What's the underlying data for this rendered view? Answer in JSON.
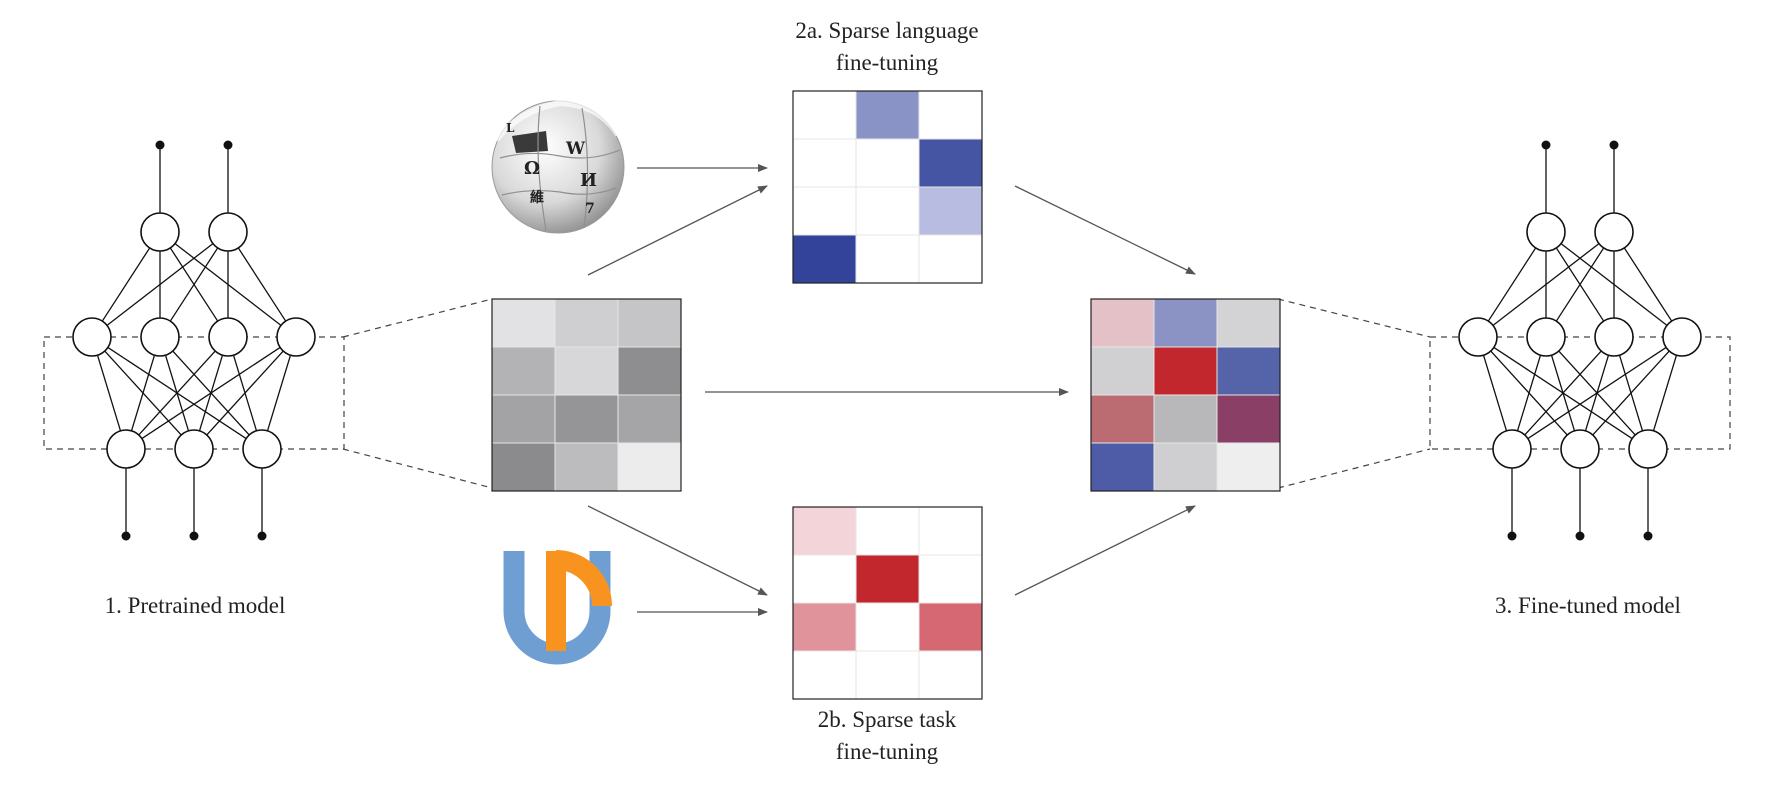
{
  "labels": {
    "pretrained": "1. Pretrained model",
    "language_line1": "2a. Sparse language",
    "language_line2": "fine-tuning",
    "task_line1": "2b. Sparse task",
    "task_line2": "fine-tuning",
    "finetuned": "3. Fine-tuned model"
  },
  "wikipedia_logo": {
    "icon": "wikipedia-globe-icon",
    "glyphs": [
      "Ω",
      "W",
      "И",
      "維",
      "7",
      "L"
    ]
  },
  "ud_logo": {
    "icon": "universal-dependencies-logo-icon",
    "colors": {
      "blue": "#6f9fd2",
      "orange": "#f7931e"
    }
  },
  "matrices": {
    "pretrained_weights": [
      [
        "#e2e2e4",
        "#cfcfd1",
        "#c5c5c7"
      ],
      [
        "#b3b3b5",
        "#d7d7d9",
        "#8e8e90"
      ],
      [
        "#a3a3a5",
        "#959597",
        "#a5a5a7"
      ],
      [
        "#8b8b8d",
        "#bcbcbe",
        "#ececec"
      ]
    ],
    "language_diff": [
      [
        "#ffffff",
        "#8a93c6",
        "#ffffff"
      ],
      [
        "#ffffff",
        "#ffffff",
        "#4654a4"
      ],
      [
        "#ffffff",
        "#ffffff",
        "#b8bce0"
      ],
      [
        "#34439a",
        "#ffffff",
        "#ffffff"
      ]
    ],
    "task_diff": [
      [
        "#f2d4d9",
        "#ffffff",
        "#ffffff"
      ],
      [
        "#ffffff",
        "#c1272d",
        "#ffffff"
      ],
      [
        "#e1939b",
        "#ffffff",
        "#d56872"
      ],
      [
        "#ffffff",
        "#ffffff",
        "#ffffff"
      ]
    ],
    "finetuned_weights": [
      [
        "#e3c1c7",
        "#8b93c4",
        "#d3d3d5"
      ],
      [
        "#d0d0d2",
        "#c1272d",
        "#5563a8"
      ],
      [
        "#bb6b72",
        "#b8b8ba",
        "#8a3f66"
      ],
      [
        "#4e5ca8",
        "#cfcfd1",
        "#eeeeee"
      ]
    ]
  },
  "colors": {
    "arrow": "#555555",
    "stroke": "#111111",
    "matrix_border": "#222222",
    "grid": "#e6e6e6"
  }
}
